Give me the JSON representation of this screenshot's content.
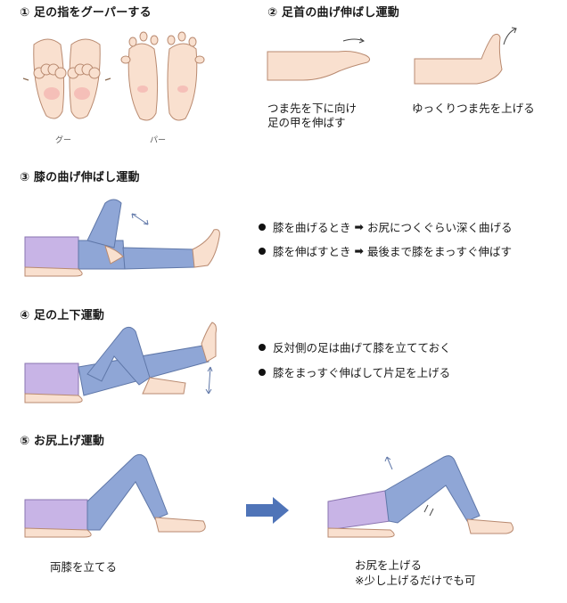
{
  "sections": {
    "s1": {
      "title": "① 足の指をグーパーする",
      "label_gu": "グー",
      "label_pa": "パー"
    },
    "s2": {
      "title": "② 足首の曲げ伸ばし運動",
      "caption_left_1": "つま先を下に向け",
      "caption_left_2": "足の甲を伸ばす",
      "caption_right": "ゆっくりつま先を上げる"
    },
    "s3": {
      "title": "③ 膝の曲げ伸ばし運動",
      "bullet1_a": "膝を曲げるとき",
      "bullet1_arrow": "➡",
      "bullet1_b": "お尻につくぐらい深く曲げる",
      "bullet2_a": "膝を伸ばすとき",
      "bullet2_arrow": "➡",
      "bullet2_b": "最後まで膝をまっすぐ伸ばす"
    },
    "s4": {
      "title": "④ 足の上下運動",
      "bullet1": "反対側の足は曲げて膝を立てておく",
      "bullet2": "膝をまっすぐ伸ばして片足を上げる"
    },
    "s5": {
      "title": "⑤ お尻上げ運動",
      "caption_left": "両膝を立てる",
      "caption_right_1": "お尻を上げる",
      "caption_right_2": "※少し上げるだけでも可"
    }
  },
  "colors": {
    "skin": "#f9e0cf",
    "skin_line": "#b98a70",
    "pants": "#8fa6d6",
    "shirt": "#c8b4e6",
    "arrow": "#4f74b8"
  }
}
